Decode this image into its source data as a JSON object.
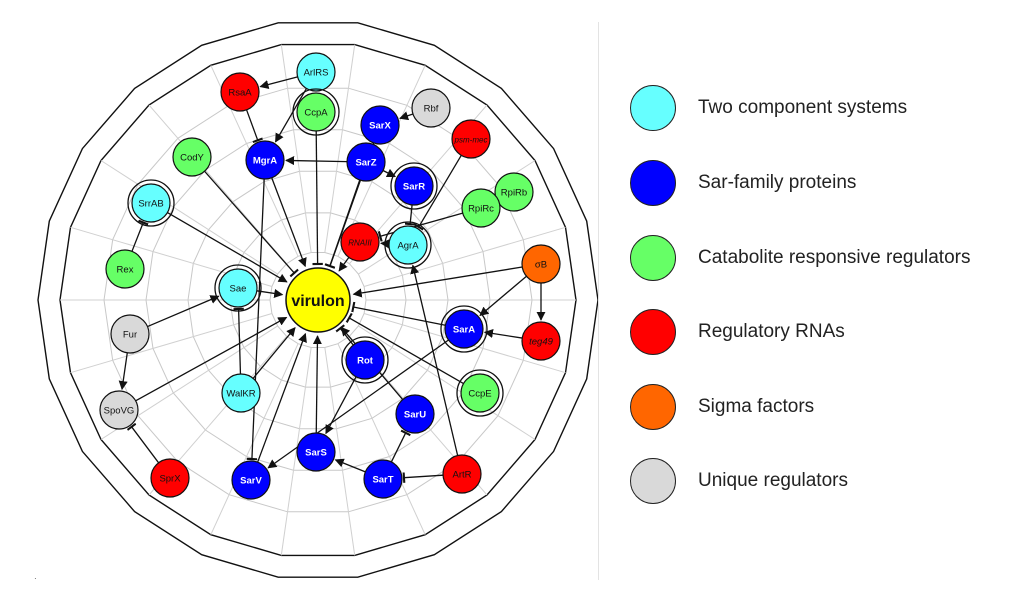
{
  "diagram": {
    "center": {
      "label": "virulon",
      "color": "#ffff00"
    },
    "nodes": [
      {
        "id": "ArlRS",
        "label": "ArlRS",
        "category": "tcs"
      },
      {
        "id": "RsaA",
        "label": "RsaA",
        "category": "rna"
      },
      {
        "id": "Rbf",
        "label": "Rbf",
        "category": "unique"
      },
      {
        "id": "CcpA",
        "label": "CcpA",
        "category": "catabolite",
        "ring": true
      },
      {
        "id": "SarX",
        "label": "SarX",
        "category": "sar"
      },
      {
        "id": "psmmec",
        "label": "psm-mec",
        "category": "rna",
        "italic": true
      },
      {
        "id": "CodY",
        "label": "CodY",
        "category": "catabolite"
      },
      {
        "id": "MgrA",
        "label": "MgrA",
        "category": "sar"
      },
      {
        "id": "SarZ",
        "label": "SarZ",
        "category": "sar"
      },
      {
        "id": "SarR",
        "label": "SarR",
        "category": "sar",
        "ring": true
      },
      {
        "id": "RpiRb",
        "label": "RpiRb",
        "category": "catabolite"
      },
      {
        "id": "SrrAB",
        "label": "SrrAB",
        "category": "tcs",
        "ring": true
      },
      {
        "id": "RpiRc",
        "label": "RpiRc",
        "category": "catabolite"
      },
      {
        "id": "RNAIII",
        "label": "RNAIII",
        "category": "rna",
        "italic": true
      },
      {
        "id": "AgrA",
        "label": "AgrA",
        "category": "tcs",
        "ring": true
      },
      {
        "id": "sigmaB",
        "label": "σB",
        "category": "sigma"
      },
      {
        "id": "Rex",
        "label": "Rex",
        "category": "catabolite"
      },
      {
        "id": "Sae",
        "label": "Sae",
        "category": "tcs",
        "ring": true
      },
      {
        "id": "Fur",
        "label": "Fur",
        "category": "unique"
      },
      {
        "id": "SarA",
        "label": "SarA",
        "category": "sar",
        "ring": true
      },
      {
        "id": "teg49",
        "label": "teg49",
        "category": "rna",
        "italic": true
      },
      {
        "id": "Rot",
        "label": "Rot",
        "category": "sar",
        "ring": true
      },
      {
        "id": "WalKR",
        "label": "WalKR",
        "category": "tcs"
      },
      {
        "id": "CcpE",
        "label": "CcpE",
        "category": "catabolite",
        "ring": true
      },
      {
        "id": "SpoVG",
        "label": "SpoVG",
        "category": "unique"
      },
      {
        "id": "SarU",
        "label": "SarU",
        "category": "sar"
      },
      {
        "id": "SarS",
        "label": "SarS",
        "category": "sar"
      },
      {
        "id": "SprX",
        "label": "SprX",
        "category": "rna"
      },
      {
        "id": "SarV",
        "label": "SarV",
        "category": "sar"
      },
      {
        "id": "SarT",
        "label": "SarT",
        "category": "sar"
      },
      {
        "id": "ArtR",
        "label": "ArtR",
        "category": "rna"
      }
    ]
  },
  "legend": [
    {
      "key": "tcs",
      "label": "Two component systems",
      "color": "#66ffff"
    },
    {
      "key": "sar",
      "label": "Sar-family proteins",
      "color": "#0000ff"
    },
    {
      "key": "catabolite",
      "label": "Catabolite responsive regulators",
      "color": "#66ff66"
    },
    {
      "key": "rna",
      "label": "Regulatory RNAs",
      "color": "#ff0000"
    },
    {
      "key": "sigma",
      "label": "Sigma factors",
      "color": "#ff6600"
    },
    {
      "key": "unique",
      "label": "Unique regulators",
      "color": "#d9d9d9"
    }
  ]
}
